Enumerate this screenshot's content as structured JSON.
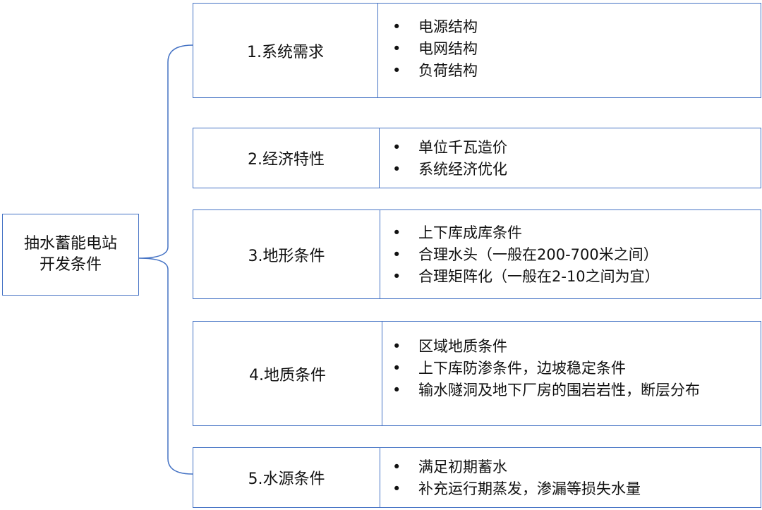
{
  "root": {
    "line1": "抽水蓄能电站",
    "line2": "开发条件"
  },
  "branches": [
    {
      "title": "1.系统需求",
      "items": [
        "电源结构",
        "电网结构",
        "负荷结构"
      ]
    },
    {
      "title": "2.经济特性",
      "items": [
        "单位千瓦造价",
        "系统经济优化"
      ]
    },
    {
      "title": "3.地形条件",
      "items": [
        "上下库成库条件",
        "合理水头（一般在200-700米之间）",
        "合理矩阵化（一般在2-10之间为宜）"
      ]
    },
    {
      "title": "4.地质条件",
      "items": [
        "区域地质条件",
        "上下库防渗条件，边坡稳定条件",
        "输水隧洞及地下厂房的围岩岩性，断层分布"
      ]
    },
    {
      "title": "5.水源条件",
      "items": [
        "满足初期蓄水",
        "补充运行期蒸发，渗漏等损失水量"
      ]
    }
  ],
  "colors": {
    "line": "#4472c4"
  }
}
